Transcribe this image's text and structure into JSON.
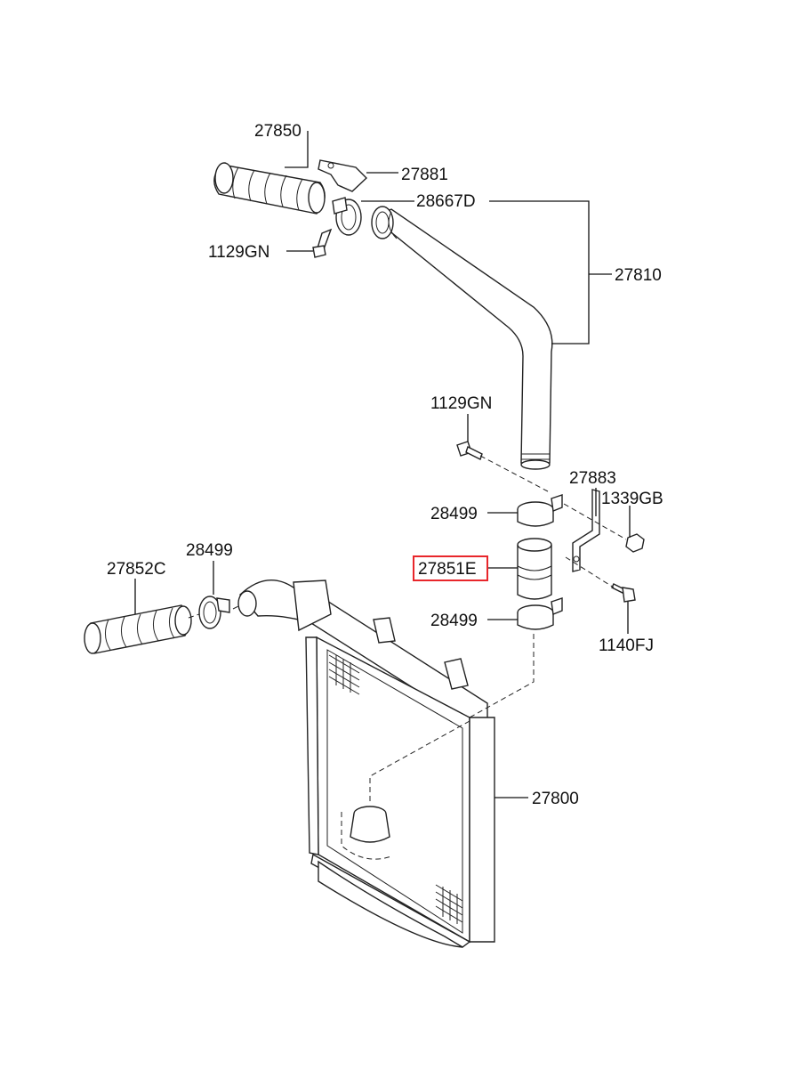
{
  "labels": {
    "p27850": "27850",
    "p27881": "27881",
    "p28667D": "28667D",
    "p1129GN_top": "1129GN",
    "p27810": "27810",
    "p1129GN_mid": "1129GN",
    "p27883": "27883",
    "p1339GB": "1339GB",
    "p28499_upper": "28499",
    "p27851E": "27851E",
    "p28499_lower": "28499",
    "p1140FJ": "1140FJ",
    "p28499_left": "28499",
    "p27852C": "27852C",
    "p27800": "27800"
  },
  "highlight": {
    "part": "27851E",
    "color": "#e8262b"
  },
  "colors": {
    "line": "#111111",
    "background": "#ffffff"
  }
}
